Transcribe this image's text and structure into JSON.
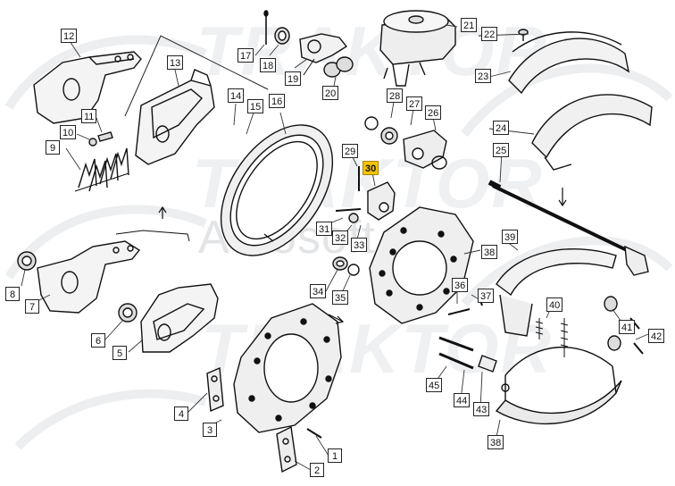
{
  "watermark": {
    "brand": "TRAKTOR",
    "overlay": "Autosoft"
  },
  "accent_color": "#f7c400",
  "selected_part": "30",
  "callouts": [
    {
      "id": "1",
      "label": "1"
    },
    {
      "id": "2",
      "label": "2"
    },
    {
      "id": "3",
      "label": "3"
    },
    {
      "id": "4",
      "label": "4"
    },
    {
      "id": "5",
      "label": "5"
    },
    {
      "id": "6",
      "label": "6"
    },
    {
      "id": "7",
      "label": "7"
    },
    {
      "id": "8",
      "label": "8"
    },
    {
      "id": "9",
      "label": "9"
    },
    {
      "id": "10",
      "label": "10"
    },
    {
      "id": "11",
      "label": "11"
    },
    {
      "id": "12",
      "label": "12"
    },
    {
      "id": "13",
      "label": "13"
    },
    {
      "id": "14",
      "label": "14"
    },
    {
      "id": "15",
      "label": "15"
    },
    {
      "id": "16",
      "label": "16"
    },
    {
      "id": "17",
      "label": "17"
    },
    {
      "id": "18",
      "label": "18"
    },
    {
      "id": "19",
      "label": "19"
    },
    {
      "id": "20",
      "label": "20"
    },
    {
      "id": "21",
      "label": "21"
    },
    {
      "id": "22",
      "label": "22"
    },
    {
      "id": "23",
      "label": "23"
    },
    {
      "id": "24",
      "label": "24"
    },
    {
      "id": "25",
      "label": "25"
    },
    {
      "id": "26",
      "label": "26"
    },
    {
      "id": "27",
      "label": "27"
    },
    {
      "id": "28",
      "label": "28"
    },
    {
      "id": "29",
      "label": "29"
    },
    {
      "id": "30",
      "label": "30"
    },
    {
      "id": "31",
      "label": "31"
    },
    {
      "id": "32",
      "label": "32"
    },
    {
      "id": "33",
      "label": "33"
    },
    {
      "id": "34",
      "label": "34"
    },
    {
      "id": "35",
      "label": "35"
    },
    {
      "id": "36",
      "label": "36"
    },
    {
      "id": "37",
      "label": "37"
    },
    {
      "id": "38a",
      "label": "38"
    },
    {
      "id": "38b",
      "label": "38"
    },
    {
      "id": "39",
      "label": "39"
    },
    {
      "id": "40",
      "label": "40"
    },
    {
      "id": "41",
      "label": "41"
    },
    {
      "id": "42",
      "label": "42"
    },
    {
      "id": "43",
      "label": "43"
    },
    {
      "id": "44",
      "label": "44"
    },
    {
      "id": "45",
      "label": "45"
    }
  ]
}
